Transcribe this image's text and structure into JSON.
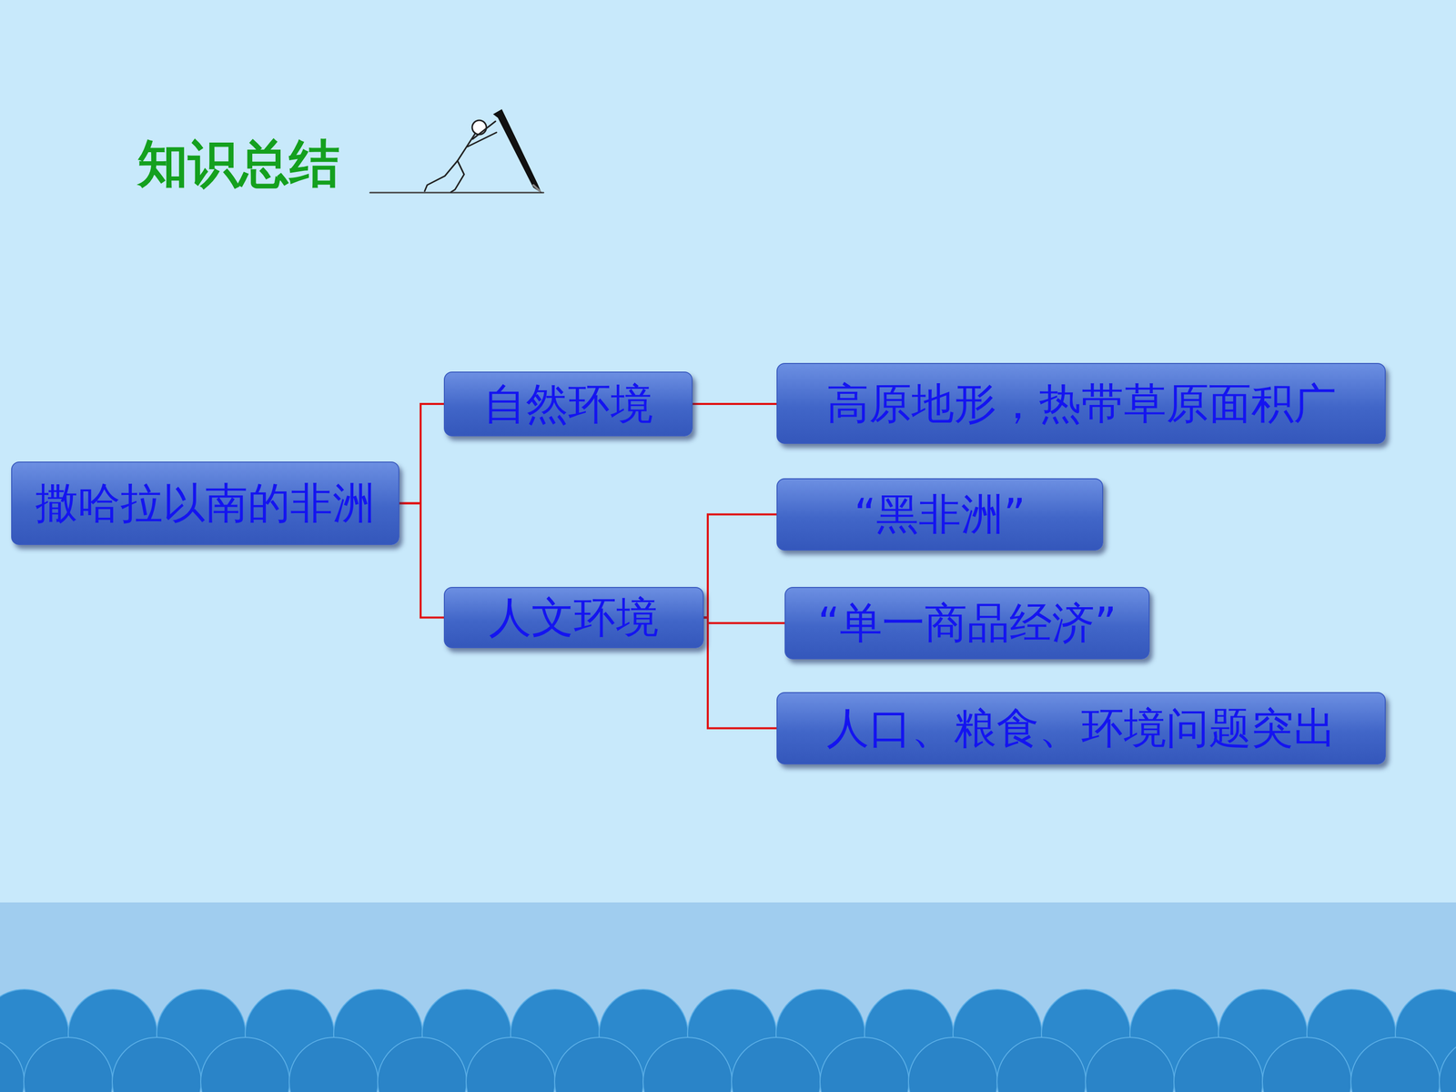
{
  "diagram": {
    "title": "知识总结",
    "nodes": [
      {
        "text": [
          "撒哈拉以南的非洲"
        ]
      },
      {
        "text": [
          "自然环境"
        ]
      },
      {
        "text": [
          "高原地形，热带草原面积广"
        ]
      },
      {
        "text": [
          "人文环境"
        ]
      },
      {
        "text": [
          "“黑非洲”"
        ]
      },
      {
        "text": [
          "“单一商品经济”"
        ]
      },
      {
        "text": [
          "人口、粮食、环境问题突出"
        ]
      }
    ],
    "edges": [
      {
        "from": 0,
        "to": 1,
        "arrow": "none"
      },
      {
        "from": 0,
        "to": 3,
        "arrow": "none"
      },
      {
        "from": 1,
        "to": 2,
        "arrow": "none"
      },
      {
        "from": 3,
        "to": 4,
        "arrow": "none"
      },
      {
        "from": 3,
        "to": 5,
        "arrow": "none"
      },
      {
        "from": 3,
        "to": 6,
        "arrow": "none"
      }
    ]
  }
}
